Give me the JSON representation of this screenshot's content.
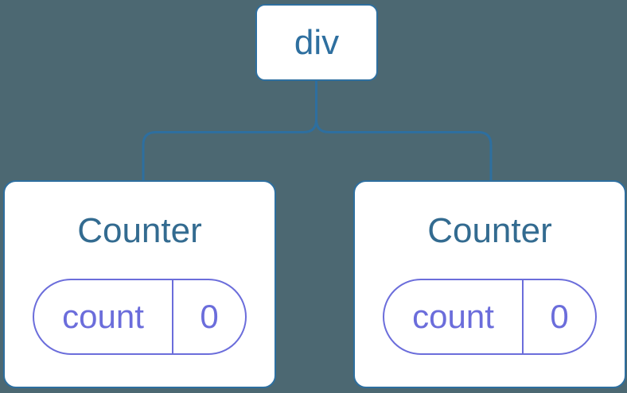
{
  "diagram": {
    "type": "component-tree",
    "root": {
      "label": "div"
    },
    "children": [
      {
        "name": "Counter",
        "state": [
          {
            "key": "count",
            "value": "0"
          }
        ]
      },
      {
        "name": "Counter",
        "state": [
          {
            "key": "count",
            "value": "0"
          }
        ]
      }
    ]
  },
  "colors": {
    "background": "#4C6872",
    "node_fill": "#FFFFFF",
    "stroke_blue": "#2E6F9F",
    "component_name_color": "#336B90",
    "state_purple": "#6B6DDB"
  }
}
